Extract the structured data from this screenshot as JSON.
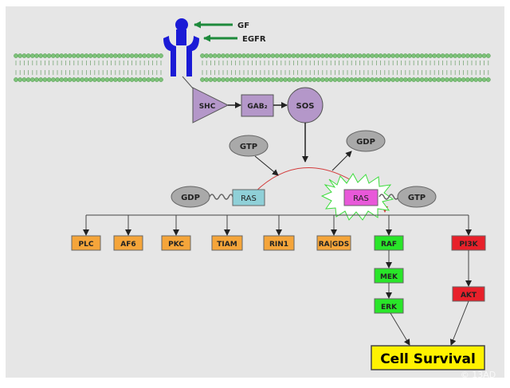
{
  "labels": {
    "gf": "GF",
    "egfr": "EGFR",
    "shc": "SHC",
    "gab2": "GAB₂",
    "sos": "SOS",
    "gtp_top": "GTP",
    "gdp_top": "GDP",
    "gdp_left": "GDP",
    "ras_inactive": "RAS",
    "ras_active": "RAS",
    "gtp_right": "GTP",
    "plc": "PLC",
    "af6": "AF6",
    "pkc": "PKC",
    "tiam": "TIAM",
    "rin1": "RIN1",
    "ragds": "RA|GDS",
    "raf": "RAF",
    "mek": "MEK",
    "erk": "ERK",
    "pi3k": "PI3K",
    "akt": "AKT",
    "cell_survival": "Cell Survival",
    "watermark": "© 13AD"
  },
  "colors": {
    "background": "#e6e6e6",
    "receptor": "#1b1bd6",
    "arrow_green": "#1e8a3c",
    "membrane": "#7ec27a",
    "purple": "#b497c9",
    "gray_oval": "#a9a9a9",
    "ras_inactive": "#8fd0d8",
    "ras_active": "#e858d9",
    "orange": "#f5a53a",
    "green": "#29e629",
    "red": "#e8202a",
    "yellow": "#fff200",
    "curve_red": "#d33b3b"
  }
}
